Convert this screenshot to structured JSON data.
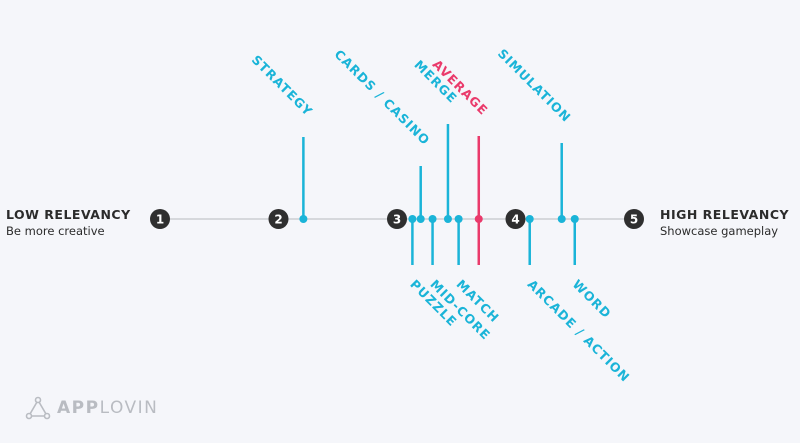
{
  "low": {
    "title": "LOW RELEVANCY",
    "subtitle": "Be more creative"
  },
  "high": {
    "title": "HIGH RELEVANCY",
    "subtitle": "Showcase gameplay"
  },
  "logo": {
    "bold": "APP",
    "light": "LOVIN"
  },
  "colors": {
    "genre": "#1ab4d8",
    "average": "#ea3a6b",
    "axis": "#d6d8dc",
    "marker": "#2f2f2f"
  },
  "chart_data": {
    "type": "scatter",
    "scale": {
      "min": 1,
      "max": 5,
      "ticks": [
        "1",
        "2",
        "3",
        "4",
        "5"
      ]
    },
    "points": [
      {
        "label": "STRATEGY",
        "value": 2.21,
        "side": "up"
      },
      {
        "label": "CARDS / CASINO",
        "value": 3.2,
        "side": "up"
      },
      {
        "label": "MERGE",
        "value": 3.43,
        "side": "up"
      },
      {
        "label": "AVERAGE",
        "value": 3.69,
        "side": "both",
        "highlight": true
      },
      {
        "label": "SIMULATION",
        "value": 4.39,
        "side": "up"
      },
      {
        "label": "PUZZLE",
        "value": 3.13,
        "side": "down"
      },
      {
        "label": "MID-CORE",
        "value": 3.3,
        "side": "down"
      },
      {
        "label": "MATCH",
        "value": 3.52,
        "side": "down"
      },
      {
        "label": "ARCADE / ACTION",
        "value": 4.12,
        "side": "down"
      },
      {
        "label": "WORD",
        "value": 4.5,
        "side": "down"
      }
    ]
  }
}
